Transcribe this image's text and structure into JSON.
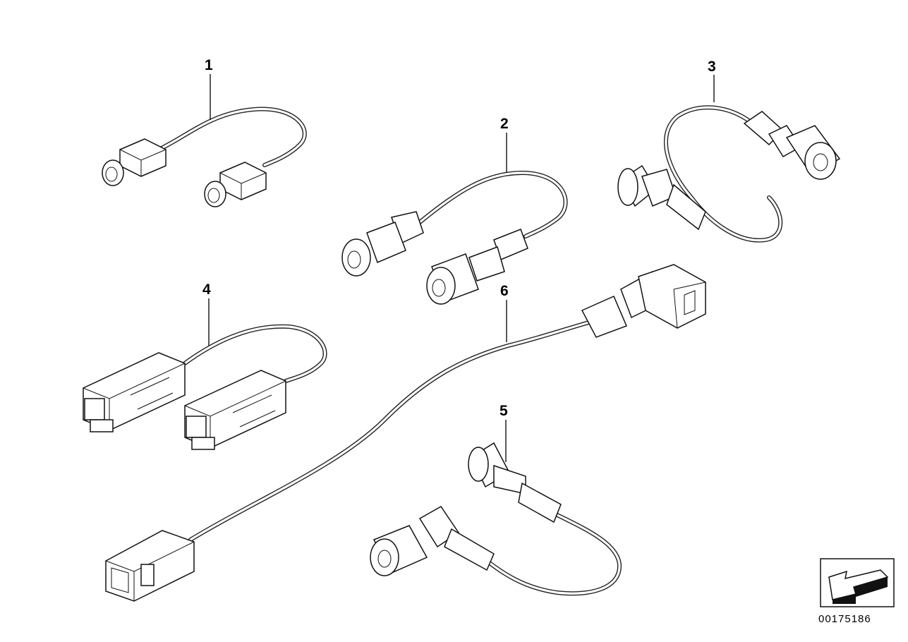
{
  "callouts": [
    {
      "label": "1"
    },
    {
      "label": "2"
    },
    {
      "label": "3"
    },
    {
      "label": "4"
    },
    {
      "label": "5"
    },
    {
      "label": "6"
    }
  ],
  "doc_number": "00175186",
  "icons": {
    "corner": "direction-arrow-icon"
  }
}
